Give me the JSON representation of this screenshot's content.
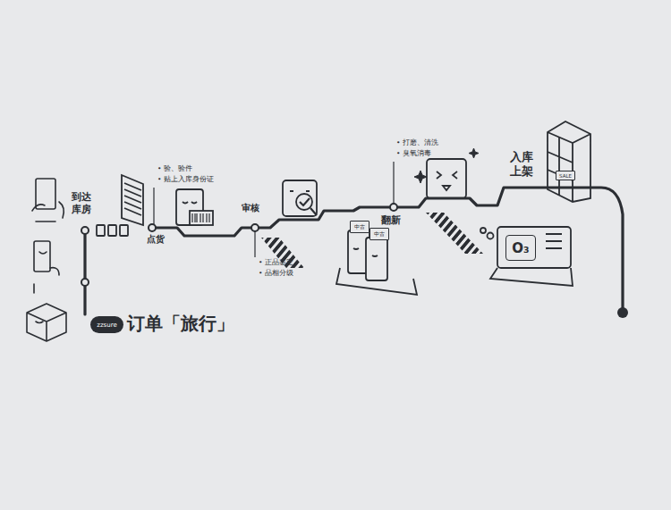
{
  "diagram": {
    "title": "订单「旅行」",
    "nodes": [
      {
        "text": [
          "zzsure"
        ]
      },
      {
        "text": [
          "中古"
        ]
      },
      {
        "text": [
          "中古"
        ]
      },
      {
        "text": [
          "O₃"
        ]
      },
      {
        "text": [
          "SALE"
        ]
      }
    ],
    "labels": [
      "到达 库房",
      "点货",
      "• 验、验件",
      "• 贴上入库身份证",
      "审核",
      "• 正品鉴定",
      "• 品相分级",
      "翻新",
      "• 打磨、清洗",
      "• 臭氧消毒",
      "入库 上架"
    ]
  }
}
